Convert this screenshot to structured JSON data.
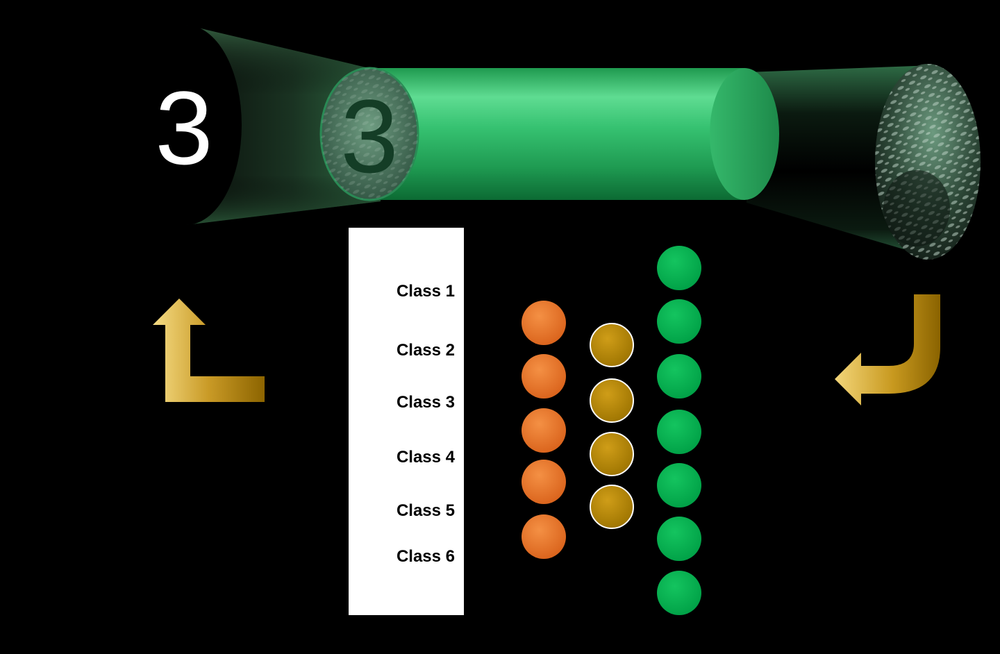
{
  "diagram": {
    "input_digit": "3",
    "fiber_input_digit": "3",
    "class_panel": {
      "labels": [
        "Class 1",
        "Class 2",
        "Class 3",
        "Class 4",
        "Class 5",
        "Class 6"
      ]
    },
    "network": {
      "layers": [
        {
          "name": "orange-layer",
          "node_count": 5,
          "color": "#E8722A"
        },
        {
          "name": "gold-layer",
          "node_count": 4,
          "color": "#B8860B"
        },
        {
          "name": "green-layer",
          "node_count": 7,
          "color": "#00B050"
        }
      ]
    },
    "colors": {
      "background": "#000000",
      "fiber_green": "#3FCB7A",
      "arrow_gold": "#C9A227",
      "panel": "#FFFFFF"
    }
  }
}
